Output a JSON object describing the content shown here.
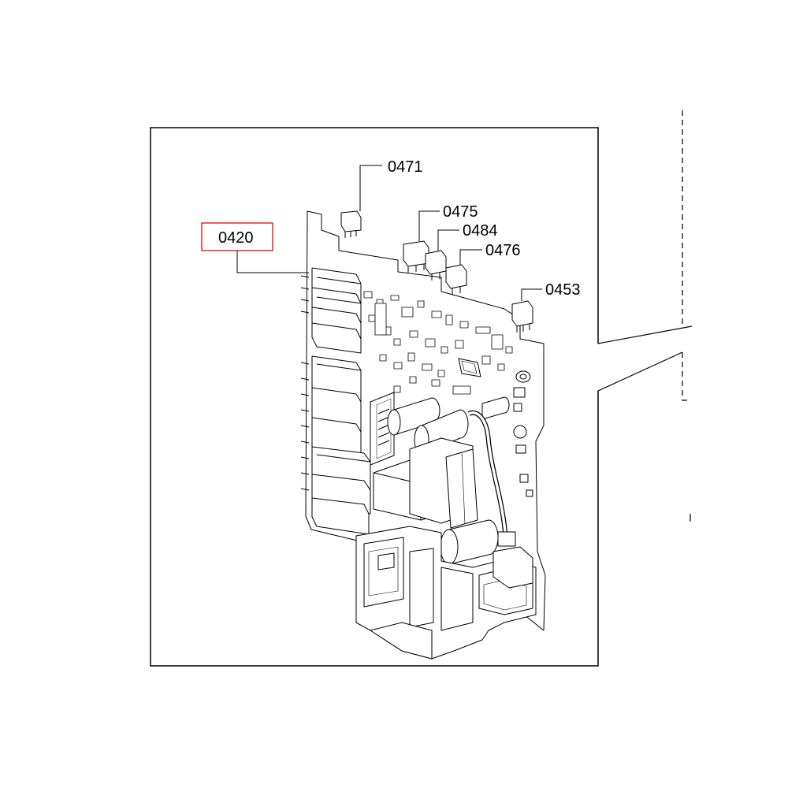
{
  "diagram": {
    "highlight_color": "#e8262b",
    "callouts": [
      {
        "id": "c0420",
        "label": "0420",
        "highlighted": true
      },
      {
        "id": "c0471",
        "label": "0471",
        "highlighted": false
      },
      {
        "id": "c0475",
        "label": "0475",
        "highlighted": false
      },
      {
        "id": "c0484",
        "label": "0484",
        "highlighted": false
      },
      {
        "id": "c0476",
        "label": "0476",
        "highlighted": false
      },
      {
        "id": "c0453",
        "label": "0453",
        "highlighted": false
      }
    ]
  }
}
